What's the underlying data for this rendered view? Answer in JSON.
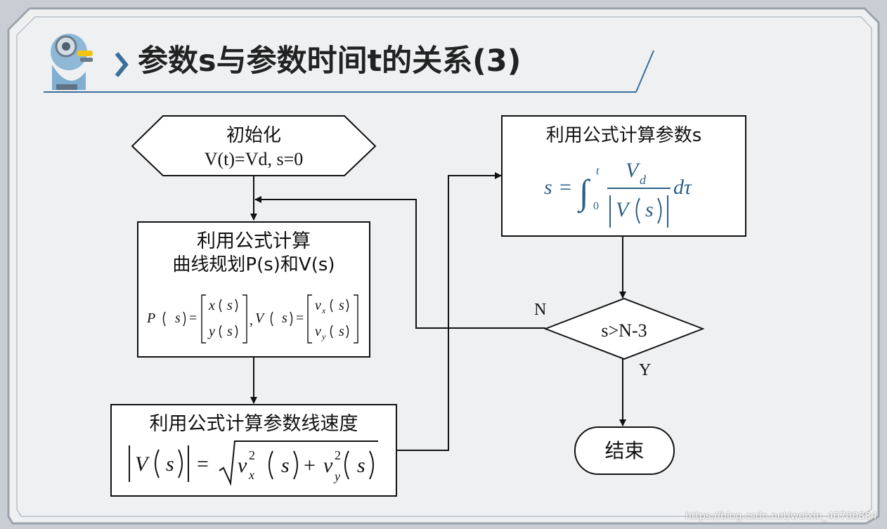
{
  "slide": {
    "title": "参数s与参数时间t的关系(3)",
    "watermark": "https://blog.csdn.net/weixin_40700884"
  },
  "flowchart": {
    "init": {
      "line1": "初始化",
      "line2": "V(t)=Vd, s=0"
    },
    "compute_curve": {
      "line1": "利用公式计算",
      "line2": "曲线规划P(s)和V(s)",
      "formula": "P(s) = [x(s); y(s)], V(s) = [vx(s); vy(s)]"
    },
    "compute_speed": {
      "line1": "利用公式计算参数线速度",
      "formula": "|V(s)| = √(vx²(s) + vy²(s))"
    },
    "compute_s": {
      "line1": "利用公式计算参数s",
      "formula": "s = ∫₀ᵗ Vd / |V(s)| dτ"
    },
    "decision": {
      "condition": "s>N-3",
      "no_label": "N",
      "yes_label": "Y"
    },
    "end": {
      "label": "结束"
    }
  },
  "colors": {
    "formula_blue": "#2e5f86",
    "line": "#111111",
    "slide_bg": "#eef0f2"
  }
}
